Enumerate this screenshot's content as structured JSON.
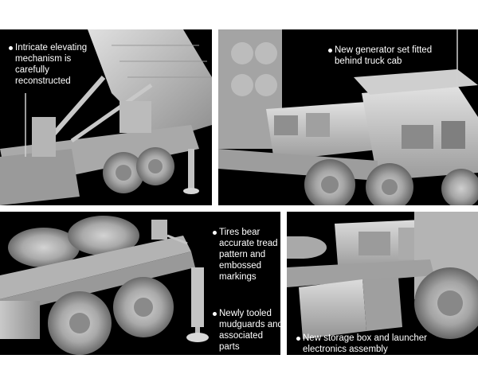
{
  "panels": [
    {
      "caption": "Intricate elevating mechanism is carefully reconstructed"
    },
    {
      "caption": "New generator set fitted behind truck cab"
    },
    {
      "caption": "Tires bear accurate tread pattern and embossed markings"
    },
    {
      "caption": "Newly tooled mudguards and associated parts"
    },
    {
      "caption": "New storage box and launcher electronics assembly"
    }
  ],
  "colors": {
    "background": "#000000",
    "model_grey": "#bdbdbd",
    "caption_text": "#ffffff"
  }
}
